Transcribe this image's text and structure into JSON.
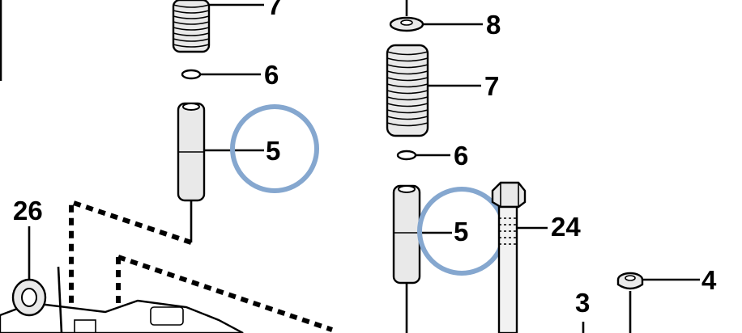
{
  "diagram": {
    "callouts": {
      "l7": "7",
      "l6": "6",
      "l5": "5",
      "l26": "26",
      "r8": "8",
      "r7": "7",
      "r6": "6",
      "r5": "5",
      "r24": "24",
      "r4": "4",
      "r3": "3"
    },
    "highlight_color": "#85a7cf"
  }
}
